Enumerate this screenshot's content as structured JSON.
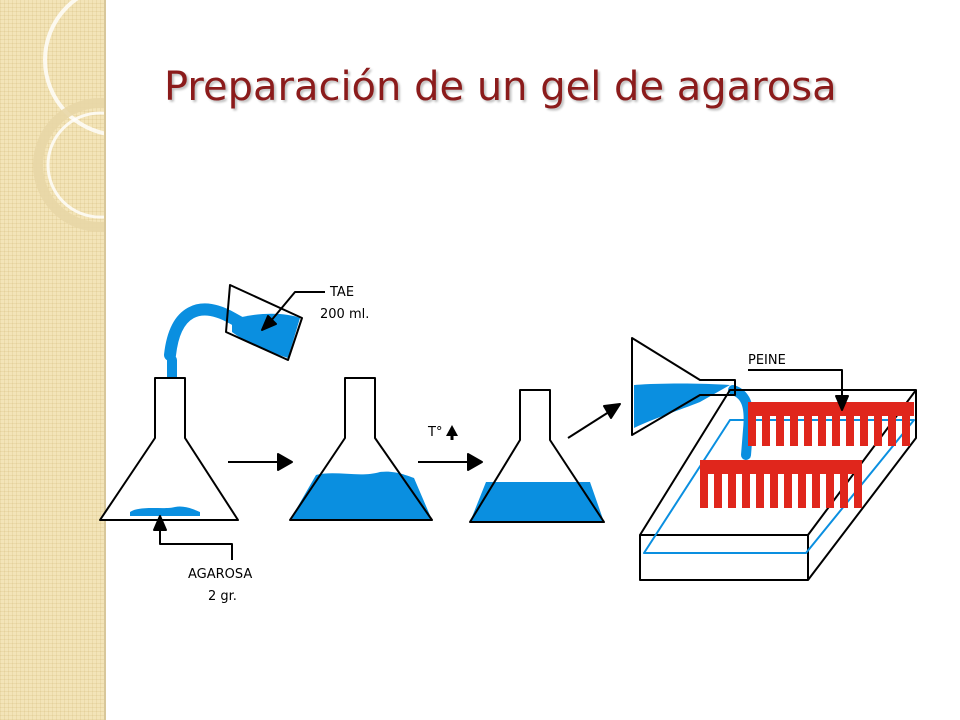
{
  "slide": {
    "title": "Preparación de un gel de agarosa"
  },
  "labels": {
    "tae": "TAE",
    "tae_volume": "200 ml.",
    "temperature": "T°",
    "agarosa": "AGAROSA",
    "agarosa_amount": "2 gr.",
    "peine": "PEINE"
  },
  "colors": {
    "liquid": "#0a8fe0",
    "comb": "#e0261c",
    "title": "#8b1b1b",
    "band": "#f3e4b8"
  },
  "icons": {
    "temperature_arrow": "up-triangle-icon"
  }
}
